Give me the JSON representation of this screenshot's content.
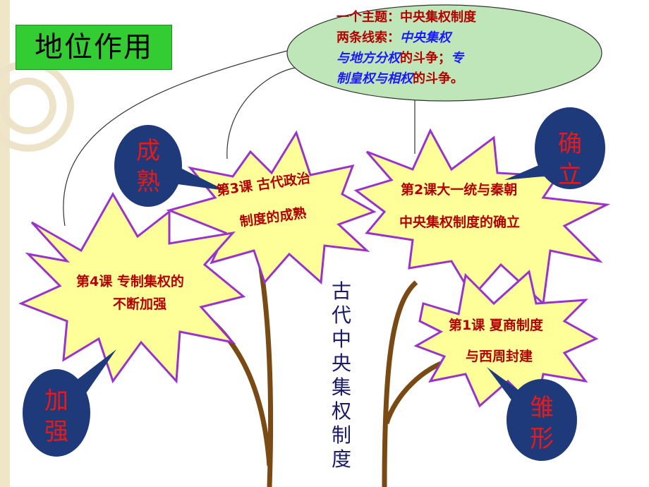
{
  "title": "地位作用",
  "oval": {
    "line1": "一个主题：中央集权制度",
    "line2_label": "两条线索：",
    "line2_rest": "中央集权",
    "line3_a": "与地方分权",
    "line3_b": "的斗争；",
    "line3_c": "专",
    "line4_a": "制皇权与相权",
    "line4_b": "的斗争。"
  },
  "lessons": {
    "l3_line1": "第3课 古代政治",
    "l3_line2": "制度的成熟",
    "l2_line1": "第2课大一统与秦朝",
    "l2_line2": "中央集权制度的确立",
    "l4_line1": "第4课 专制集权的",
    "l4_line2": "不断加强",
    "l1_line1": "第1课 夏商制度",
    "l1_line2": "与西周封建"
  },
  "stages": {
    "mature_1": "成",
    "mature_2": "熟",
    "establish_1": "确",
    "establish_2": "立",
    "strengthen_1": "加",
    "strengthen_2": "强",
    "embryo_1": "雏",
    "embryo_2": "形"
  },
  "stem_label": [
    "古",
    "代",
    "中",
    "央",
    "集",
    "权",
    "制",
    "度"
  ],
  "colors": {
    "burst_fill": "#ffff99",
    "burst_stroke": "#9933cc",
    "circle_fill": "#1f3a7a",
    "oval_fill": "#bfe6b8",
    "stem": "#7a4a14",
    "title_bg": "#33cc33",
    "text_red": "#b30000",
    "text_blue": "#1a1aff"
  }
}
